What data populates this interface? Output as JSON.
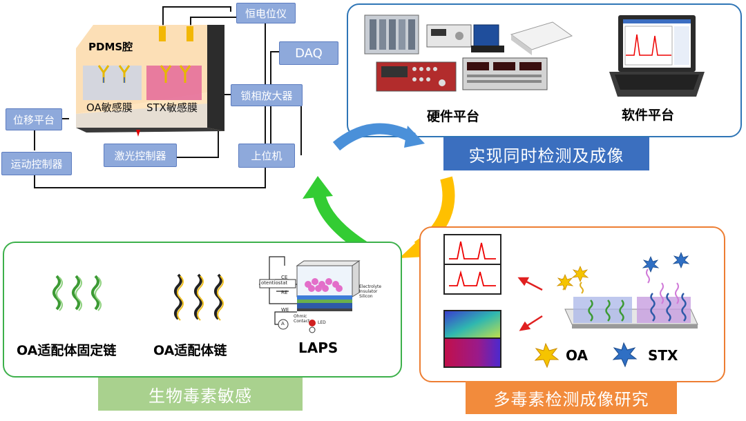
{
  "setup": {
    "cavity_label": "PDMS腔",
    "oa_film_label": "OA敏感膜",
    "stx_film_label": "STX敏感膜",
    "boxes": {
      "potentiostat": "恒电位仪",
      "daq": "DAQ",
      "lockin": "锁相放大器",
      "stage": "位移平台",
      "motion": "运动控制器",
      "laser": "激光控制器",
      "host": "上位机"
    }
  },
  "platform_panel": {
    "hardware_label": "硬件平台",
    "software_label": "软件平台",
    "caption": "实现同时检测及成像"
  },
  "sensing_panel": {
    "labels": [
      "OA适配体固定链",
      "OA适配体链",
      "LAPS"
    ],
    "laps_diagram_text": [
      "otentiostat",
      "CE",
      "RE",
      "WE",
      "Electrolyte",
      "Insulator",
      "Silicon",
      "Ohmic Contact",
      "LED",
      "A"
    ],
    "caption": "生物毒素敏感"
  },
  "imaging_panel": {
    "legend": [
      "OA",
      "STX"
    ],
    "caption": "多毒素检测成像研究"
  },
  "colors": {
    "blue_panel": "#2e75b6",
    "green_panel": "#3cb04a",
    "orange_panel": "#ed7d31",
    "blue_caption": "#3b6fbf",
    "green_caption": "#a9d18e",
    "orange_caption": "#f28b3c",
    "box_fill": "#8ea9db",
    "arrow_blue": "#4a90d9",
    "arrow_yellow": "#ffc000",
    "arrow_green": "#33cc33"
  }
}
